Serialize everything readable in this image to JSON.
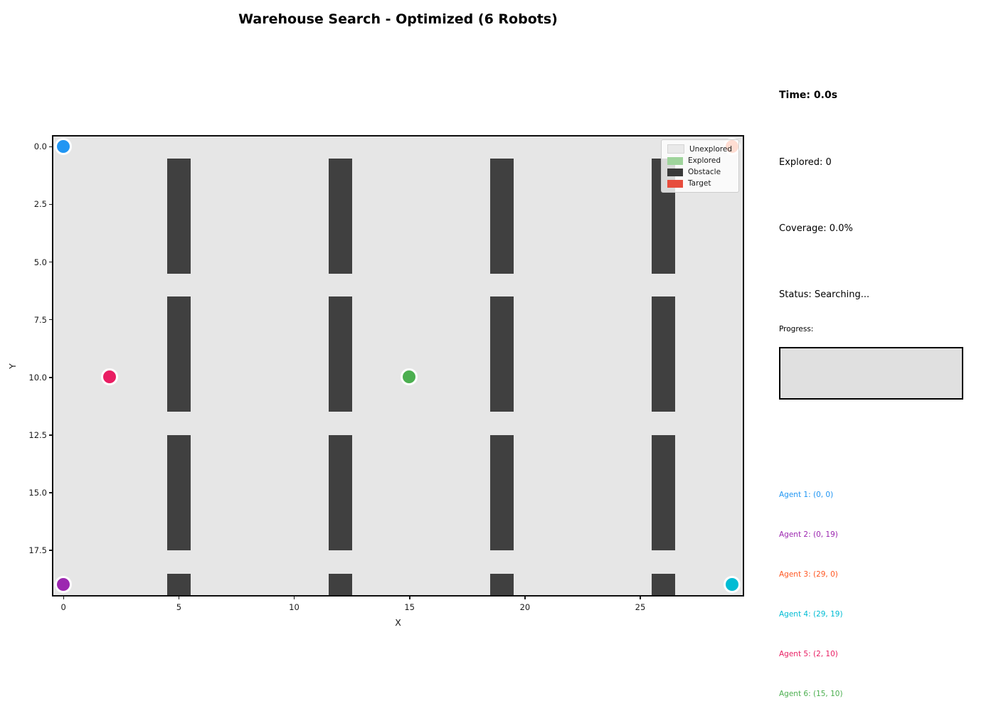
{
  "chart_data": {
    "type": "heatmap",
    "title": "Warehouse Search - Optimized (6 Robots)",
    "xlabel": "X",
    "ylabel": "Y",
    "xlim": [
      -0.5,
      29.5
    ],
    "ylim": [
      19.5,
      -0.5
    ],
    "grid": {
      "cols": 30,
      "rows": 20
    },
    "x_ticks": {
      "values": [
        0,
        5,
        10,
        15,
        20,
        25
      ],
      "labels": [
        "0",
        "5",
        "10",
        "15",
        "20",
        "25"
      ]
    },
    "y_ticks": {
      "values": [
        0,
        2.5,
        5,
        7.5,
        10,
        12.5,
        15,
        17.5
      ],
      "labels": [
        "0.0",
        "2.5",
        "5.0",
        "7.5",
        "10.0",
        "12.5",
        "15.0",
        "17.5"
      ]
    },
    "cell_colors": {
      "unexplored": "#e6e6e6",
      "explored": "#9fd49c",
      "obstacle": "#404040",
      "target": "#e74c3c"
    },
    "obstacles": {
      "column_centers_x": [
        5,
        12,
        19,
        26
      ],
      "column_halfwidth": 0.5,
      "row_spans_y": [
        [
          0.5,
          5.5
        ],
        [
          6.5,
          11.5
        ],
        [
          12.5,
          17.5
        ],
        [
          18.5,
          19.5
        ]
      ]
    },
    "agents": [
      {
        "name": "Agent 1",
        "x": 0,
        "y": 0,
        "color": "#2196F3",
        "panel_label": "Agent 1: (0, 0)"
      },
      {
        "name": "Agent 2",
        "x": 0,
        "y": 19,
        "color": "#9C27B0",
        "panel_label": "Agent 2: (0, 19)"
      },
      {
        "name": "Agent 3",
        "x": 29,
        "y": 0,
        "color": "#FF5722",
        "panel_label": "Agent 3: (29, 0)"
      },
      {
        "name": "Agent 4",
        "x": 29,
        "y": 19,
        "color": "#00BCD4",
        "panel_label": "Agent 4: (29, 19)"
      },
      {
        "name": "Agent 5",
        "x": 2,
        "y": 10,
        "color": "#E91E63",
        "panel_label": "Agent 5: (2, 10)"
      },
      {
        "name": "Agent 6",
        "x": 15,
        "y": 10,
        "color": "#4CAF50",
        "panel_label": "Agent 6: (15, 10)"
      }
    ],
    "legend": {
      "position": "upper right",
      "entries": [
        {
          "label": "Unexplored",
          "color": "#e9e9e9"
        },
        {
          "label": "Explored",
          "color": "#9fd49c"
        },
        {
          "label": "Obstacle",
          "color": "#3a3a3a"
        },
        {
          "label": "Target",
          "color": "#e74c3c"
        }
      ]
    }
  },
  "status_panel": {
    "time": "Time: 0.0s",
    "explored": "Explored: 0",
    "coverage": "Coverage: 0.0%",
    "status": "Status: Searching...",
    "progress_label": "Progress:",
    "progress_percent": 0
  }
}
